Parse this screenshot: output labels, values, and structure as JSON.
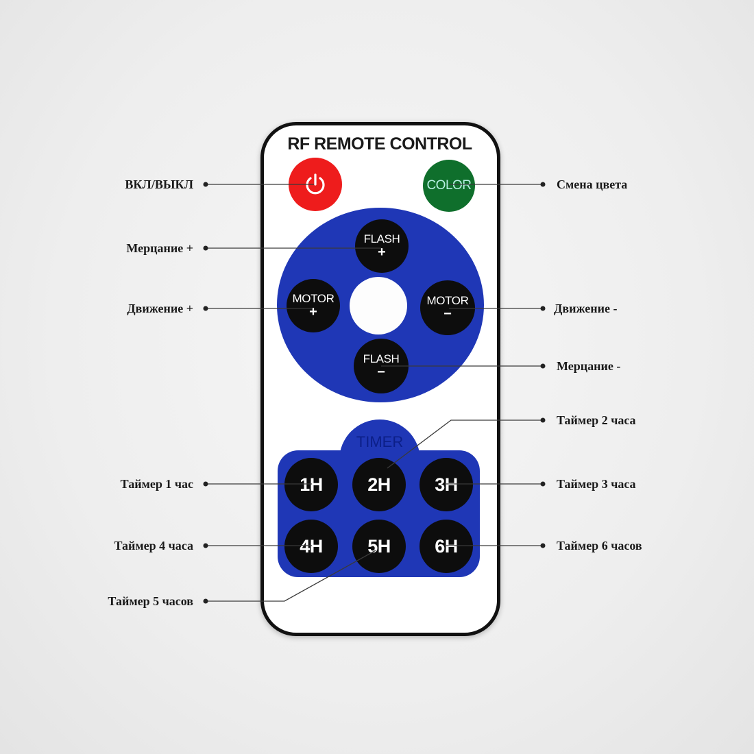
{
  "remote": {
    "title": "RF REMOTE CONTROL",
    "power_icon": "power-icon",
    "color_label": "COLOR",
    "flash_plus": {
      "label": "FLASH",
      "sign": "+"
    },
    "motor_plus": {
      "label": "MOTOR",
      "sign": "+"
    },
    "motor_minus": {
      "label": "MOTOR",
      "sign": "−"
    },
    "flash_minus": {
      "label": "FLASH",
      "sign": "−"
    },
    "timer_title": "TIMER",
    "timer_buttons": [
      "1H",
      "2H",
      "3H",
      "4H",
      "5H",
      "6H"
    ]
  },
  "callouts": {
    "power": "ВКЛ/ВЫКЛ",
    "color": "Смена цвета",
    "flash_plus": "Мерцание +",
    "motor_plus": "Движение +",
    "motor_minus": "Движение -",
    "flash_minus": "Мерцание -",
    "timer_1": "Таймер 1 час",
    "timer_2": "Таймер 2 часа",
    "timer_3": "Таймер 3 часа",
    "timer_4": "Таймер 4 часа",
    "timer_5": "Таймер 5 часов",
    "timer_6": "Таймер 6 часов"
  },
  "colors": {
    "power": "#ee1c1c",
    "color_button": "#0f6f2c",
    "panel_blue": "#1f37b6",
    "button_black": "#0d0d0d",
    "remote_outline": "#111111"
  }
}
